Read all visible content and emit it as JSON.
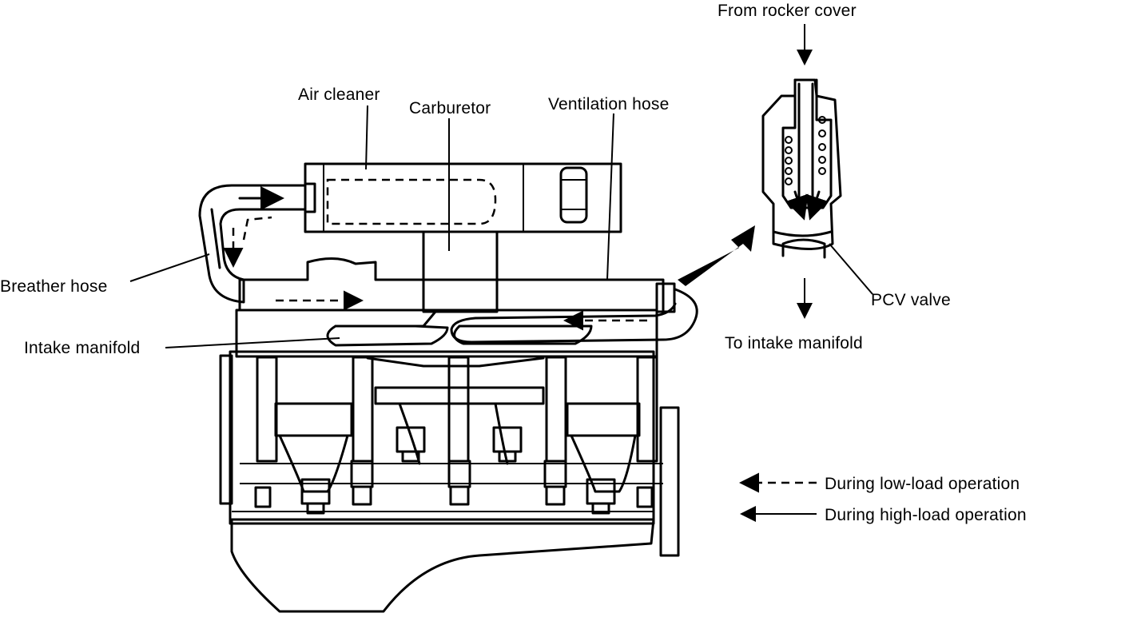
{
  "labels": {
    "from_rocker_cover": "From rocker cover",
    "air_cleaner": "Air cleaner",
    "carburetor": "Carburetor",
    "ventilation_hose": "Ventilation hose",
    "breather_hose": "Breather hose",
    "intake_manifold": "Intake manifold",
    "pcv_valve": "PCV valve",
    "to_intake_manifold": "To intake manifold"
  },
  "legend": {
    "low_load": "During low-load operation",
    "high_load": "During high-load operation"
  },
  "colors": {
    "ink": "#000000",
    "background": "#ffffff"
  }
}
